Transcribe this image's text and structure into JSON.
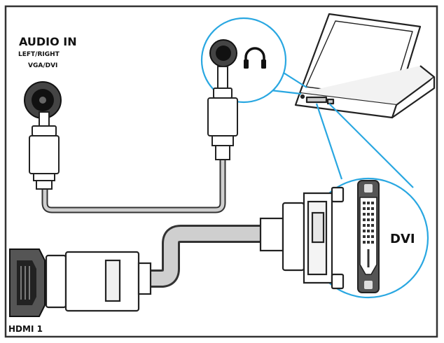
{
  "labels": {
    "audio_in": "AUDIO IN",
    "left_right": "LEFT/RIGHT",
    "vga_dvi": "VGA/DVI",
    "dvi": "DVI",
    "hdmi": "HDMI 1"
  },
  "icons": [
    "audio-jack-icon",
    "headphones-icon",
    "laptop-icon",
    "dvi-port-icon",
    "hdmi-port-icon"
  ],
  "colors": {
    "callout_outline": "#29a7e1",
    "cable_outline": "#333333",
    "cable_fill": "#cfcfcf",
    "frame": "#333333"
  }
}
